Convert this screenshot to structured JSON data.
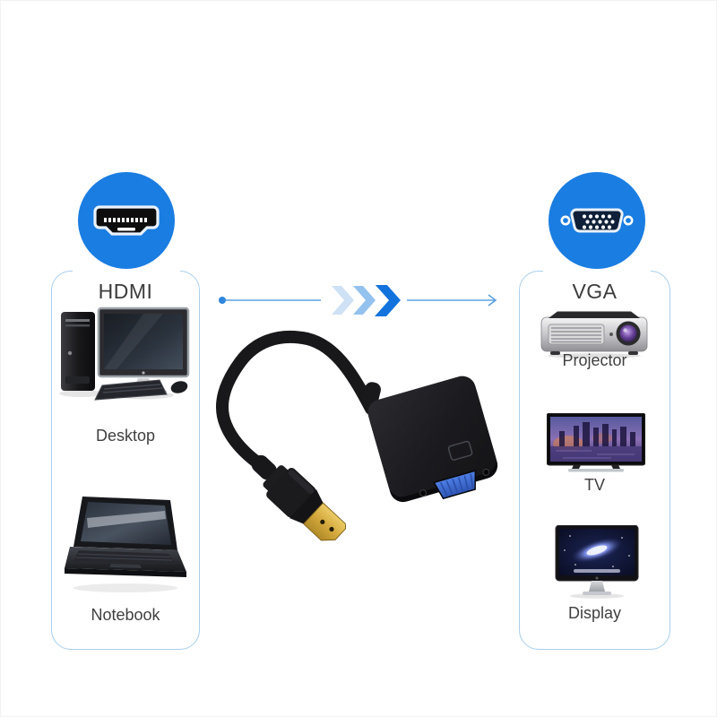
{
  "left_panel": {
    "port_label": "HDMI",
    "devices": [
      {
        "label": "Desktop"
      },
      {
        "label": "Notebook"
      }
    ]
  },
  "right_panel": {
    "port_label": "VGA",
    "devices": [
      {
        "label": "Projector"
      },
      {
        "label": "TV"
      },
      {
        "label": "Display"
      }
    ]
  },
  "icons": {
    "left_badge": "hdmi-port-icon",
    "right_badge": "vga-port-icon",
    "flow": "triple-chevron-right-icon",
    "product": "hdmi-to-vga-adapter-photo"
  },
  "colors": {
    "accent_blue": "#1a7de2",
    "box_border": "#a9cfec",
    "label_text": "#3c3c3c",
    "arrow_line": "#5aa0e0",
    "arrow_dot": "#2e86dd",
    "chevron_light": "#cfe1f4",
    "chevron_mid": "#94c2ee",
    "chevron_dark": "#1373dd",
    "vga_port_blue": "#3f6cd6",
    "connector_gold": "#d9ae46"
  }
}
